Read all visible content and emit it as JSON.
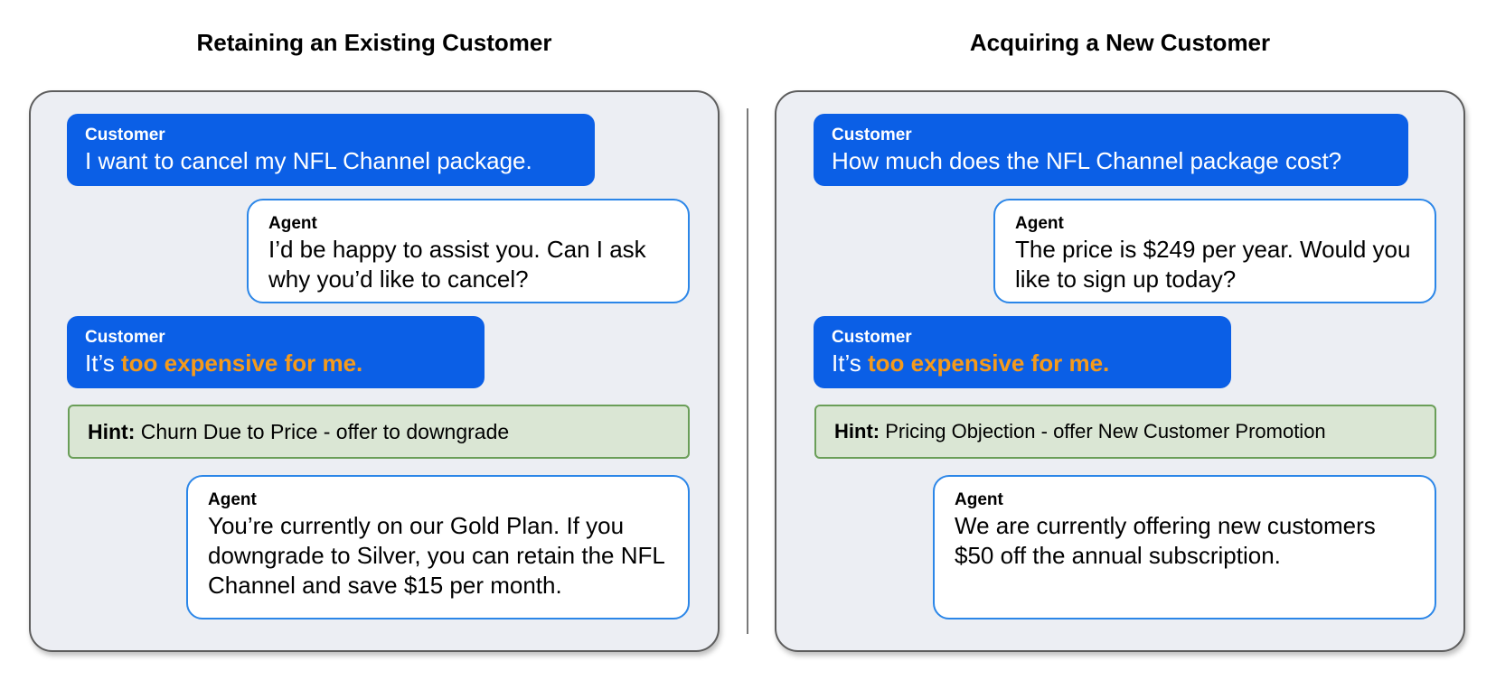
{
  "left": {
    "title": "Retaining an Existing Customer",
    "messages": [
      {
        "speaker": "Customer",
        "text": "I want to cancel my NFL Channel package."
      },
      {
        "speaker": "Agent",
        "text": "I’d be happy to assist you. Can I ask why you’d like to cancel?"
      },
      {
        "speaker": "Customer",
        "text_prefix": "It’s ",
        "text_highlight": "too expensive for me."
      },
      {
        "speaker": "Agent",
        "text": "You’re currently on our Gold Plan. If you downgrade to Silver, you can retain the NFL Channel and save $15 per month."
      }
    ],
    "hint": {
      "label": "Hint:",
      "text": "Churn Due to Price - offer to downgrade"
    }
  },
  "right": {
    "title": "Acquiring a New Customer",
    "messages": [
      {
        "speaker": "Customer",
        "text": "How much does the NFL Channel package cost?"
      },
      {
        "speaker": "Agent",
        "text": "The price is $249 per year. Would you like to sign up today?"
      },
      {
        "speaker": "Customer",
        "text_prefix": "It’s ",
        "text_highlight": "too expensive for me."
      },
      {
        "speaker": "Agent",
        "text": "We are currently offering new customers $50 off the annual subscription."
      }
    ],
    "hint": {
      "label": "Hint:",
      "text": "Pricing Objection - offer New Customer Promotion"
    }
  },
  "colors": {
    "customer_bubble": "#0b5fe6",
    "agent_border": "#2b86e8",
    "hint_bg": "#dae6d4",
    "hint_border": "#6a9e58",
    "highlight": "#f59a1b",
    "panel_bg": "#eceef3"
  }
}
